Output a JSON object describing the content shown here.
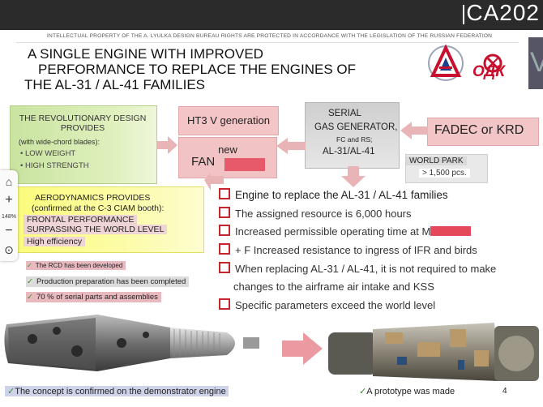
{
  "header": {
    "brand": "CA202",
    "ip_notice": "INTELLECTUAL PROPERTY OF THE A. LYULKA DESIGN BUREAU RIGHTS ARE PROTECTED IN ACCORDANCE WITH THE LEGISLATION OF THE RUSSIAN FEDERATION",
    "title_line1": "A SINGLE ENGINE WITH IMPROVED",
    "title_line2": "PERFORMANCE TO REPLACE THE ENGINES OF",
    "title_line3": "THE AL-31 / AL-41 FAMILIES",
    "logo_odk": "ОДК",
    "right_edge_letter": "V"
  },
  "left_panel": {
    "green_heading": "THE REVOLUTIONARY DESIGN PROVIDES",
    "green_sub": "(with wide-chord blades):",
    "green_bullets": [
      "• LOW WEIGHT",
      "• HIGH STRENGTH"
    ],
    "yellow_l1": "AERODYNAMICS PROVIDES",
    "yellow_l2": "(confirmed at the C-3 CIAM booth):",
    "yellow_l3": "FRONTAL PERFORMANCE",
    "yellow_l4": "SURPASSING THE WORLD LEVEL",
    "yellow_l5": "High efficiency"
  },
  "zoom": {
    "percent": "148%",
    "home": "⌂",
    "plus": "+",
    "minus": "−",
    "reset": "⊙"
  },
  "center": {
    "ht3": "HT3 V generation",
    "fan_new": "new",
    "fan_label": "FAN",
    "serial_l1": "SERIAL",
    "serial_l2": "GAS GENERATOR,",
    "serial_l3": "FC and RS;",
    "serial_l4": "AL-31/AL-41",
    "fadec": "FADEC or KRD",
    "world_park": "WORLD PARK",
    "world_park_count": "> 1,500 pcs."
  },
  "checklist": [
    "Engine to replace the AL-31 / AL-41 families",
    "The assigned resource is 6,000 hours",
    "Increased permissible operating time at M",
    "+ F Increased resistance  to ingress of IFR and birds",
    "When replacing AL-31 / AL-41, it is not required to make",
    "changes to the airframe air intake and KSS",
    "Specific parameters exceed the world level"
  ],
  "left_checks": [
    "The RCD has been developed",
    "Production preparation has been completed",
    "70 % of serial parts and assemblies"
  ],
  "bottom": {
    "left": "The concept is confirmed on the demonstrator engine",
    "right": "A prototype was made",
    "page": "4"
  },
  "colors": {
    "accent_red": "#c3262b",
    "pink_box": "#f2c5c7",
    "green_box": "#c9e3a0",
    "yellow_box": "#fbfb7a"
  }
}
